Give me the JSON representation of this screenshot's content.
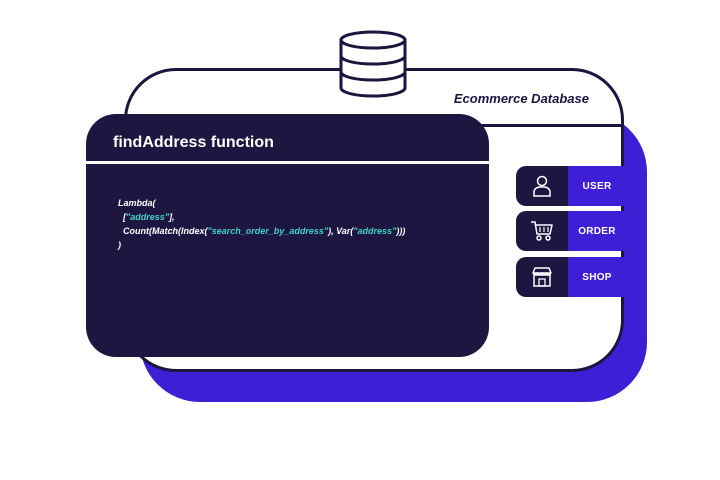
{
  "database": {
    "title": "Ecommerce Database",
    "icon": "database-icon"
  },
  "code_panel": {
    "title": "findAddress function",
    "code": {
      "l1": "Lambda(",
      "l2_open": "  [",
      "l2_str": "\"address\"",
      "l2_close": "],",
      "l3_a": "  Count(Match(Index(",
      "l3_str1": "\"search_order_by_address\"",
      "l3_b": "), Var(",
      "l3_str2": "\"address\"",
      "l3_c": ")))",
      "l4": ")"
    }
  },
  "tabs": [
    {
      "label": "USER",
      "icon": "user-icon"
    },
    {
      "label": "ORDER",
      "icon": "cart-icon"
    },
    {
      "label": "SHOP",
      "icon": "shop-icon"
    }
  ],
  "colors": {
    "navy": "#1c1640",
    "accent": "#3f1fd6",
    "string": "#3fd2c7"
  }
}
